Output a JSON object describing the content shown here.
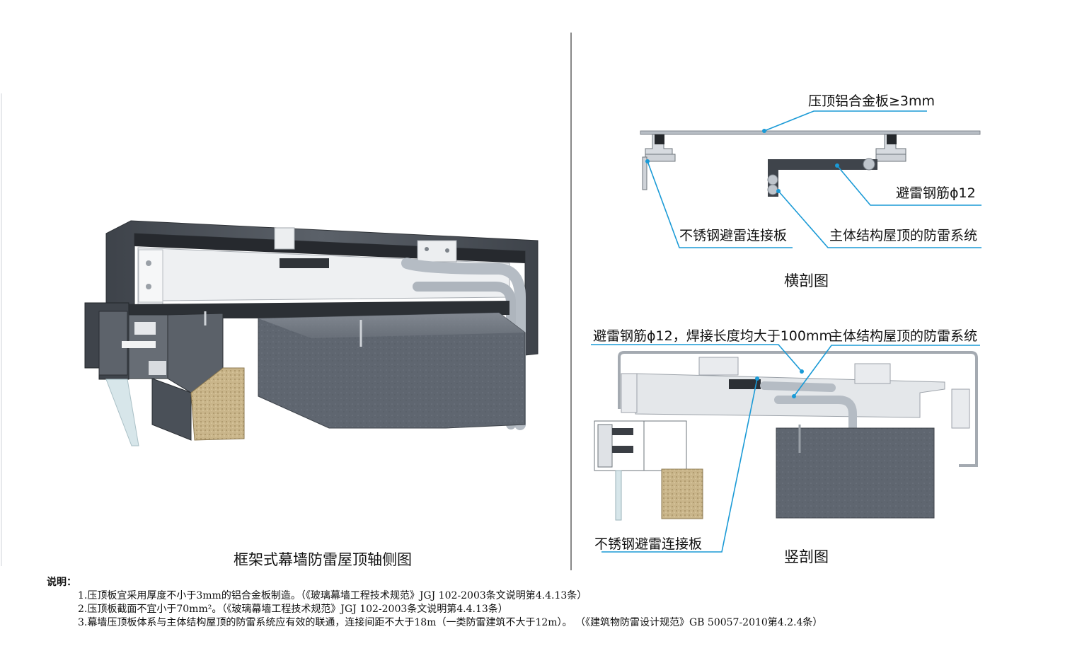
{
  "left_diagram": {
    "title": "框架式幕墙防雷屋顶轴侧图"
  },
  "cross_section": {
    "title": "横剖图",
    "labels": {
      "coping_plate": "压顶铝合金板≥3mm",
      "rebar": "避雷钢筋ϕ12",
      "stainless_plate": "不锈钢避雷连接板",
      "roof_system": "主体结构屋顶的防雷系统"
    }
  },
  "vertical_section": {
    "title": "竖剖图",
    "labels": {
      "rebar_weld": "避雷钢筋ϕ12，焊接长度均大于100mm",
      "roof_system": "主体结构屋顶的防雷系统",
      "stainless_plate": "不锈钢避雷连接板"
    }
  },
  "notes": {
    "heading": "说明：",
    "items": [
      "1.压顶板宜采用厚度不小于3mm的铝合金板制造。（《玻璃幕墙工程技术规范》JGJ 102-2003条文说明第4.4.13条）",
      "2.压顶板截面不宜小于70mm²。（《玻璃幕墙工程技术规范》JGJ 102-2003条文说明第4.4.13条）",
      "3.幕墙压顶板体系与主体结构屋顶的防雷系统应有效的联通，连接间距不大于18m（一类防雷建筑不大于12m）。 （《建筑物防雷设计规范》GB 50057-2010第4.2.4条）"
    ]
  },
  "colors": {
    "leader_line": "#1a9ad6",
    "steel_dark": "#4b5057",
    "aluminum_light": "#dfe2e6",
    "concrete": "#5f6670",
    "insulation": "#c9b58a",
    "divider": "#888888"
  }
}
